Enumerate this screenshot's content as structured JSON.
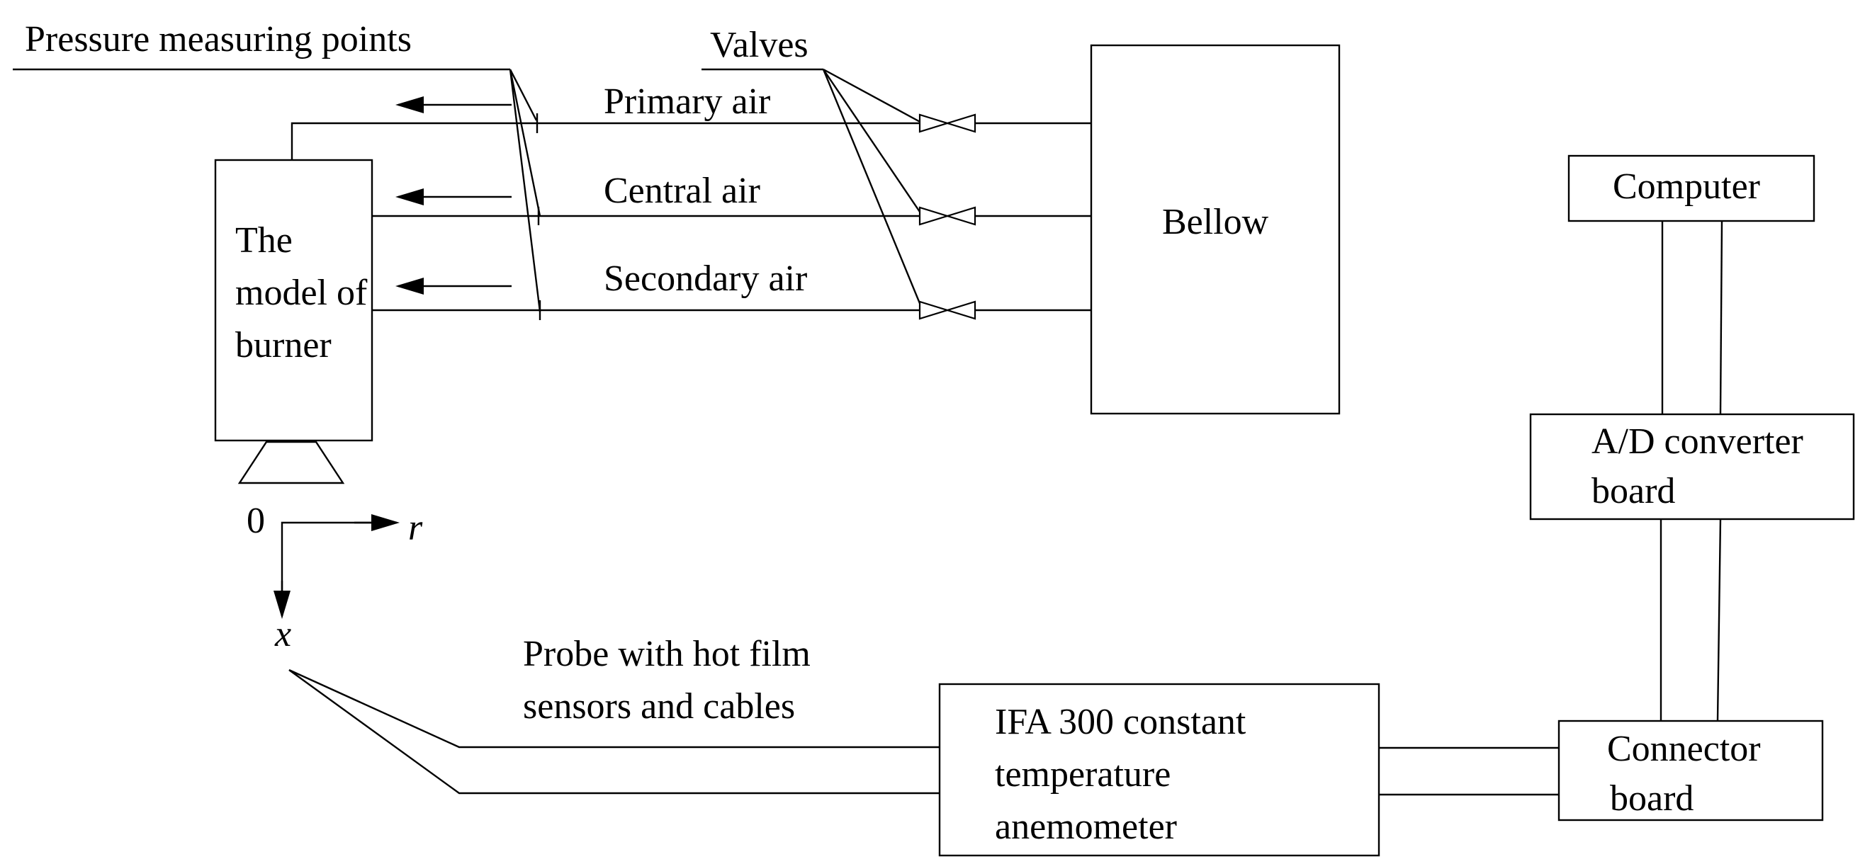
{
  "labels": {
    "pressure_points": "Pressure measuring points",
    "valves": "Valves",
    "primary_air": "Primary air",
    "central_air": "Central air",
    "secondary_air": "Secondary air",
    "burner_line1": "The",
    "burner_line2": "model of",
    "burner_line3": "burner",
    "bellow": "Bellow",
    "computer": "Computer",
    "ad_line1": "A/D converter",
    "ad_line2": "board",
    "connector_line1": "Connector",
    "connector_line2": "board",
    "ifa_line1": "IFA 300 constant",
    "ifa_line2": "temperature",
    "ifa_line3": "anemometer",
    "probe_line1": "Probe with hot film",
    "probe_line2": "sensors and cables",
    "axis_origin": "0",
    "axis_r": "r",
    "axis_x": "x"
  },
  "colors": {
    "stroke": "#000000",
    "background": "#ffffff"
  }
}
